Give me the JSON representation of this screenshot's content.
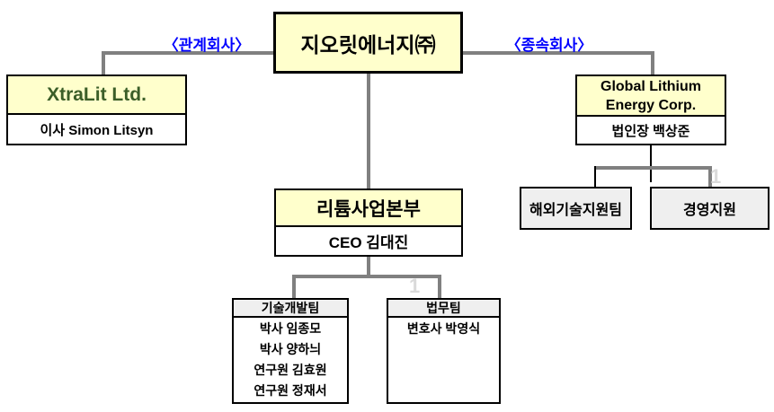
{
  "diagram": {
    "labels": {
      "affiliate": "〈관계회사〉",
      "subsidiary": "〈종속회사〉"
    },
    "nodes": {
      "root": {
        "title": "지오릿에너지㈜"
      },
      "xtralit": {
        "title": "XtraLit Ltd.",
        "member": "이사 Simon Litsyn"
      },
      "global_lithium": {
        "title_line1": "Global Lithium",
        "title_line2": "Energy Corp.",
        "member": "법인장 백상준"
      },
      "overseas_support_team": {
        "title": "해외기술지원팀"
      },
      "management_support": {
        "title": "경영지원"
      },
      "lithium_division": {
        "title": "리튬사업본부",
        "member": "CEO 김대진"
      },
      "tech_dev_team": {
        "title": "기술개발팀",
        "members": [
          "박사 임종모",
          "박사 양하늬",
          "연구원 김효원",
          "연구원 정재서"
        ]
      },
      "legal_team": {
        "title": "법무팀",
        "members": [
          "변호사 박영식"
        ]
      }
    },
    "watermarks": {
      "w1": "1",
      "w2": "1"
    },
    "colors": {
      "node_fill_yellow": "#FFFFCC",
      "node_fill_gray": "#EFEFEF",
      "connector_gray": "#808080",
      "connector_black": "#000000",
      "label_blue": "#0000FF",
      "xtralit_title_green": "#3B5E28",
      "border": "#000000",
      "background": "#FFFFFF"
    }
  }
}
